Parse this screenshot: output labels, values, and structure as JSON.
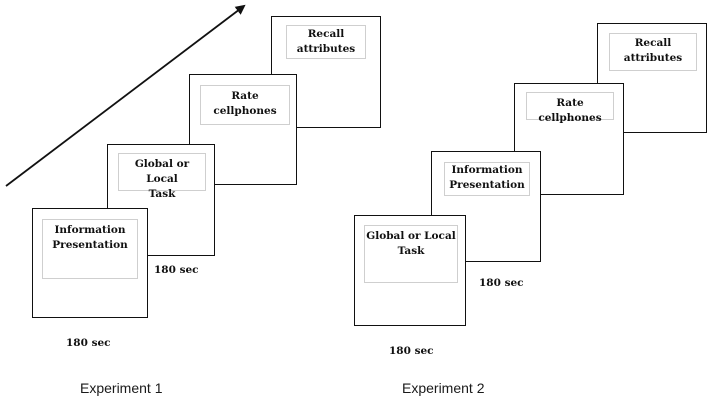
{
  "experiment1": {
    "title": "Experiment 1",
    "steps": [
      {
        "label": "Information\nPresentation"
      },
      {
        "label": "Global or Local\nTask"
      },
      {
        "label": "Rate\ncellphones"
      },
      {
        "label": "Recall\nattributes"
      }
    ],
    "time_labels": [
      "180 sec",
      "180 sec"
    ]
  },
  "experiment2": {
    "title": "Experiment 2",
    "steps": [
      {
        "label": "Global or Local\nTask"
      },
      {
        "label": "Information\nPresentation"
      },
      {
        "label": "Rate cellphones"
      },
      {
        "label": "Recall\nattributes"
      }
    ],
    "time_labels": [
      "180 sec",
      "180 sec"
    ]
  }
}
